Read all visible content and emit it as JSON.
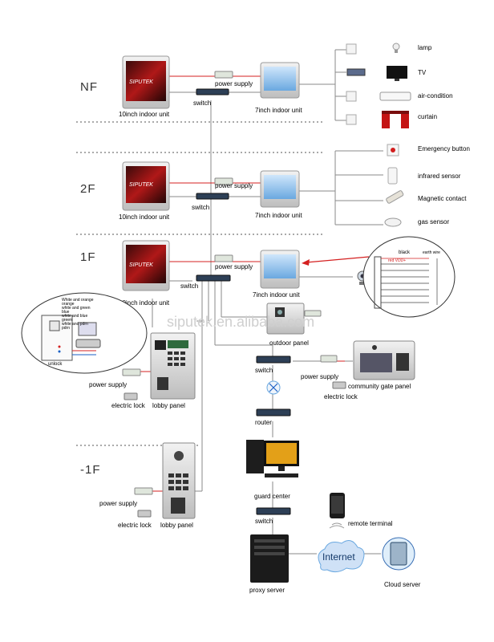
{
  "floors": {
    "nf": "NF",
    "f2": "2F",
    "f1": "1F",
    "b1": "-1F"
  },
  "devices": {
    "indoor10": "10inch indoor unit",
    "indoor7": "7inch indoor unit",
    "switch": "switch",
    "power_supply": "power supply",
    "outdoor_panel": "outdoor panel",
    "lobby_panel": "lobby panel",
    "electric_lock": "electric  lock",
    "community_gate": "community gate panel",
    "router": "router",
    "guard_center": "guard center",
    "remote_terminal": "remote terminal",
    "internet": "Internet",
    "proxy_server": "proxy server",
    "cloud_server": "Cloud server",
    "screen_brand": "SIPUTEK"
  },
  "home_devices": {
    "lamp": "lamp",
    "tv": "TV",
    "ac": "air-condition",
    "curtain": "curtain"
  },
  "sensors": {
    "emergency": "Emergency button",
    "infrared": "infrared sensor",
    "magnetic": "Magnetic contact",
    "gas": "gas sensor"
  },
  "wiring": {
    "black": "black",
    "earth": "earth wire",
    "red": "red VDD+"
  },
  "lock_detail": {
    "wires": [
      "White and orange",
      "orange",
      "white and green",
      "blue",
      "white and blue",
      "green",
      "white and pdrn",
      "pdrn"
    ],
    "unlock": "unlock"
  },
  "watermark": "siputek.en.alibaba.com",
  "colors": {
    "wire_red": "#d42020",
    "wire_gray": "#8a8a8a",
    "dotted": "#555555"
  }
}
